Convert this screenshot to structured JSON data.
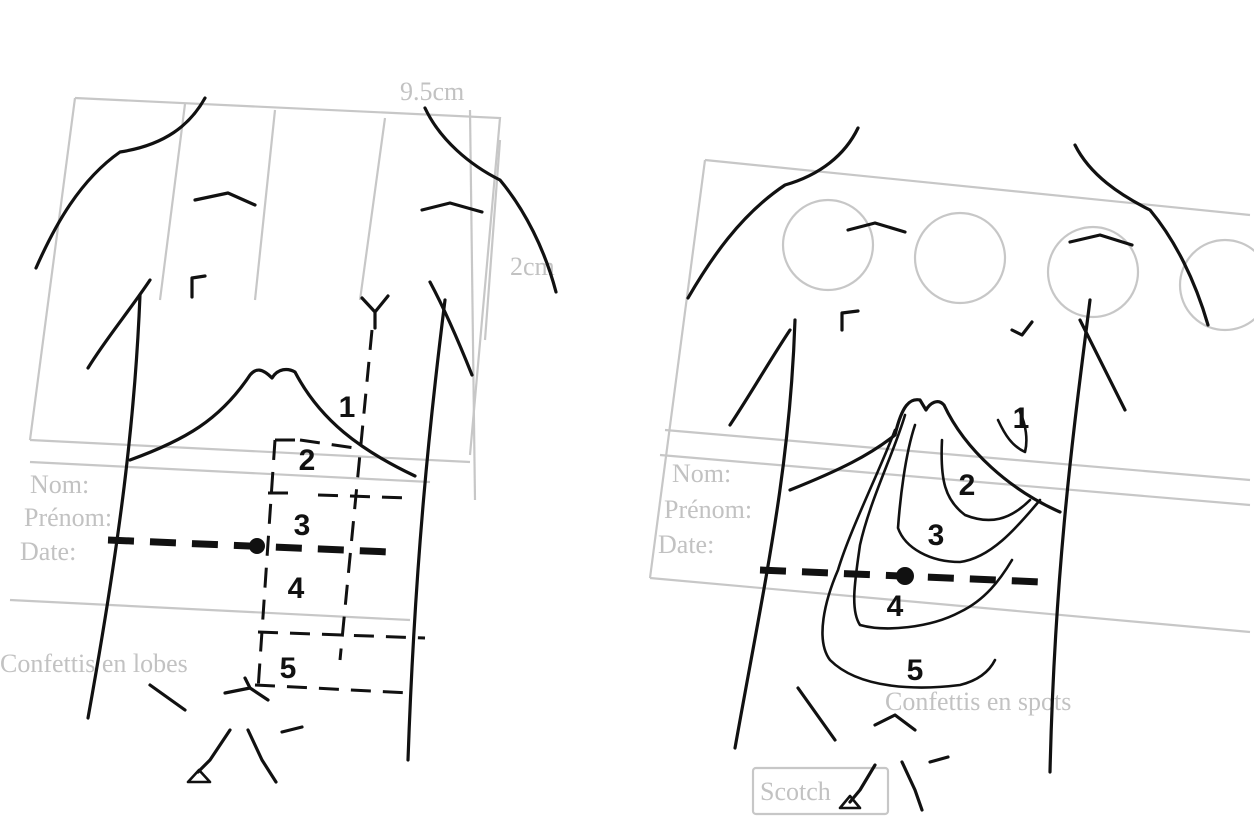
{
  "left_diagram": {
    "zones": [
      "1",
      "2",
      "3",
      "4",
      "5"
    ],
    "measure_width": "9.5cm",
    "measure_height": "2cm",
    "form_fields": [
      "Nom:",
      "Prénom:",
      "Date:"
    ],
    "caption": "Confettis en lobes"
  },
  "right_diagram": {
    "zones": [
      "1",
      "2",
      "3",
      "4",
      "5"
    ],
    "form_fields": [
      "Nom:",
      "Prénom:",
      "Date:"
    ],
    "caption": "Confettis en spots",
    "box_label": "Scotch"
  },
  "colors": {
    "ink": "#111111",
    "ghost": "#c4c4c4"
  }
}
